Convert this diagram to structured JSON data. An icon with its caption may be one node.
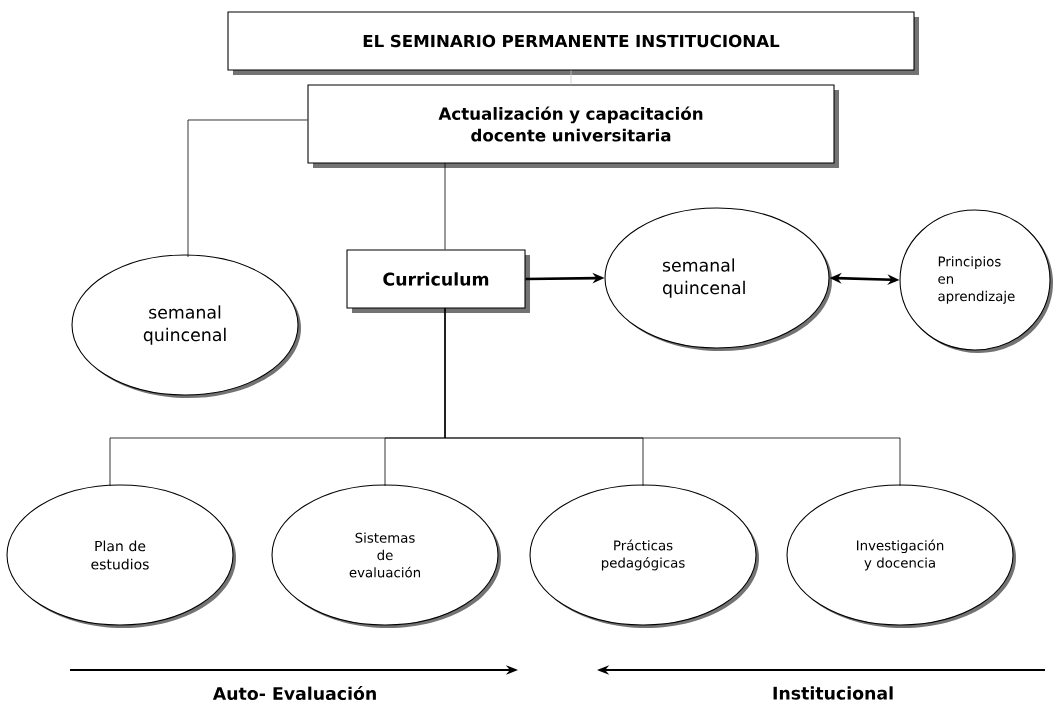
{
  "diagram": {
    "nodes": [
      {
        "text": [
          "EL SEMINARIO PERMANENTE INSTITUCIONAL"
        ]
      },
      {
        "text": [
          "Actualización y capacitación docente universitaria"
        ]
      },
      {
        "text": [
          "semanal quincenal"
        ]
      },
      {
        "text": [
          "Curriculum"
        ]
      },
      {
        "text": [
          "semanal quincenal"
        ]
      },
      {
        "text": [
          "Principios en aprendizaje"
        ]
      },
      {
        "text": [
          "Plan de estudios"
        ]
      },
      {
        "text": [
          "Sistemas de evaluación"
        ]
      },
      {
        "text": [
          "Prácticas pedagógicas"
        ]
      },
      {
        "text": [
          "Investigación y docencia"
        ]
      }
    ],
    "edges": [
      {
        "from": 0,
        "to": 1,
        "arrow": "none",
        "color": "#c8c8c8"
      },
      {
        "from": 1,
        "to": 2,
        "arrow": "none"
      },
      {
        "from": 1,
        "to": 3,
        "arrow": "none"
      },
      {
        "from": 3,
        "to": 4,
        "arrow": "to",
        "style": "thick"
      },
      {
        "from": 4,
        "to": 5,
        "arrow": "both",
        "style": "thick"
      },
      {
        "from": 3,
        "to": 6,
        "arrow": "none"
      },
      {
        "from": 3,
        "to": 7,
        "arrow": "none"
      },
      {
        "from": 3,
        "to": 8,
        "arrow": "none"
      },
      {
        "from": 3,
        "to": 9,
        "arrow": "none"
      }
    ],
    "labels": [
      "Auto- Evaluación",
      "Institucional"
    ]
  }
}
